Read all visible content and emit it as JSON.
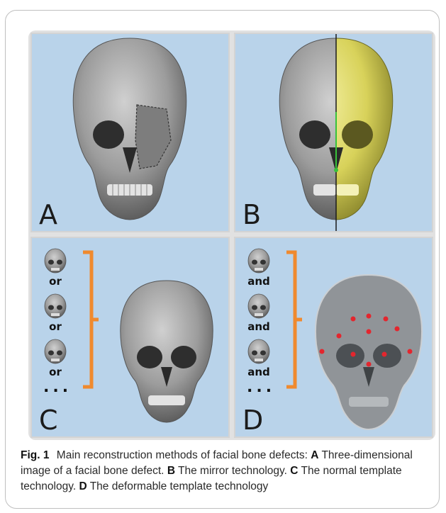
{
  "figure": {
    "panels": {
      "a": {
        "letter": "A"
      },
      "b": {
        "letter": "B"
      },
      "c": {
        "letter": "C",
        "stack_words": [
          "or",
          "or",
          "or"
        ],
        "ellipsis": "..."
      },
      "d": {
        "letter": "D",
        "stack_words": [
          "and",
          "and",
          "and"
        ],
        "ellipsis": "..."
      }
    },
    "colors": {
      "panel_bg": "#b9d3ea",
      "bone": "#a9a9a9",
      "mirror_half": "#e8e370",
      "bracket": "#f08a2e",
      "landmark": "#e3262e",
      "midline_mark": "#38c23a"
    }
  },
  "caption": {
    "label": "Fig. 1",
    "intro": "Main reconstruction methods of facial bone defects:",
    "items": [
      {
        "key": "A",
        "text": "Three-dimensional image of a facial bone defect."
      },
      {
        "key": "B",
        "text": "The mirror technology."
      },
      {
        "key": "C",
        "text": "The normal template technology."
      },
      {
        "key": "D",
        "text": "The deformable template technology"
      }
    ]
  }
}
